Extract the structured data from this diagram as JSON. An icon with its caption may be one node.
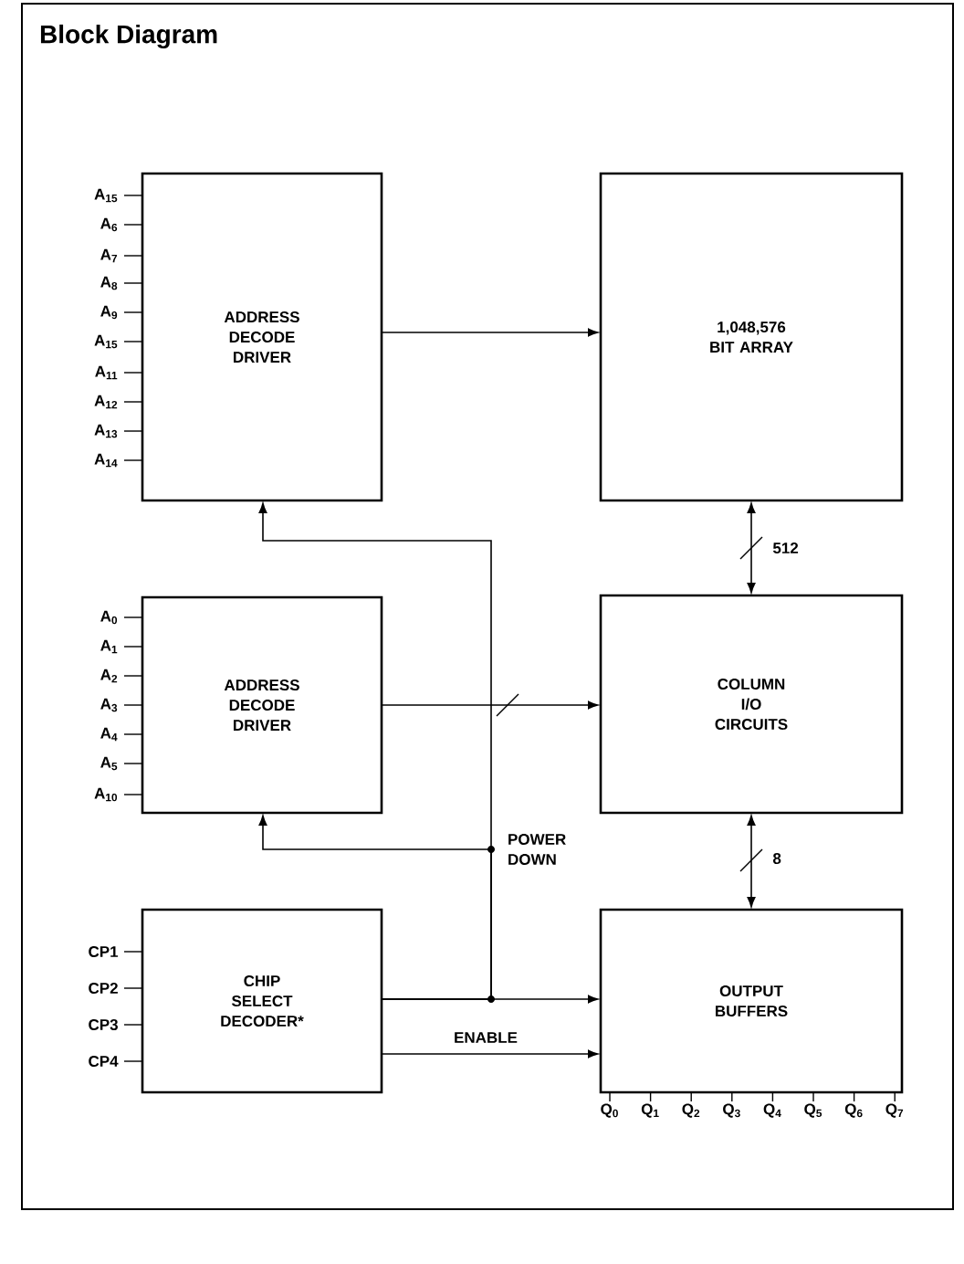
{
  "diagram": {
    "title": "Block Diagram",
    "nodes": [
      {
        "text": [
          "ADDRESS DECODE DRIVER"
        ],
        "beside": [
          "A$_{15}$",
          "A$_{6}$",
          "A$_{7}$",
          "A$_{8}$",
          "A$_{9}$",
          "A$_{15}$",
          "A$_{11}$",
          "A$_{12}$",
          "A$_{13}$",
          "A$_{14}$"
        ]
      },
      {
        "text": [
          "1,048,576 BIT ARRAY"
        ]
      },
      {
        "text": [
          "ADDRESS DECODE DRIVER"
        ],
        "beside": [
          "A$_{0}$",
          "A$_{1}$",
          "A$_{2}$",
          "A$_{3}$",
          "A$_{4}$",
          "A$_{5}$",
          "A$_{10}$"
        ]
      },
      {
        "text": [
          "COLUMN I/O CIRCUITS"
        ]
      },
      {
        "text": [
          "CHIP SELECT DECODER*"
        ],
        "beside": [
          "CP1",
          "CP2",
          "CP3",
          "CP4"
        ]
      },
      {
        "text": [
          "OUTPUT BUFFERS"
        ],
        "beside": [
          "Q$_{0}$",
          "Q$_{1}$",
          "Q$_{2}$",
          "Q$_{3}$",
          "Q$_{4}$",
          "Q$_{5}$",
          "Q$_{6}$",
          "Q$_{7}$"
        ]
      }
    ],
    "edges": [
      {
        "from": 0,
        "to": 1,
        "arrow": "to"
      },
      {
        "from": 1,
        "to": 3,
        "arrow": "both",
        "label": "512"
      },
      {
        "from": 2,
        "to": 3,
        "arrow": "to"
      },
      {
        "from": 3,
        "to": 5,
        "arrow": "both",
        "label": "8"
      },
      {
        "from": 4,
        "to": 0,
        "arrow": "to"
      },
      {
        "from": 4,
        "to": 2,
        "arrow": "to"
      },
      {
        "from": 4,
        "to": 5,
        "arrow": "to"
      },
      {
        "from": 4,
        "to": 5,
        "arrow": "to",
        "label": "ENABLE"
      }
    ],
    "labels": [
      "POWER DOWN"
    ]
  }
}
